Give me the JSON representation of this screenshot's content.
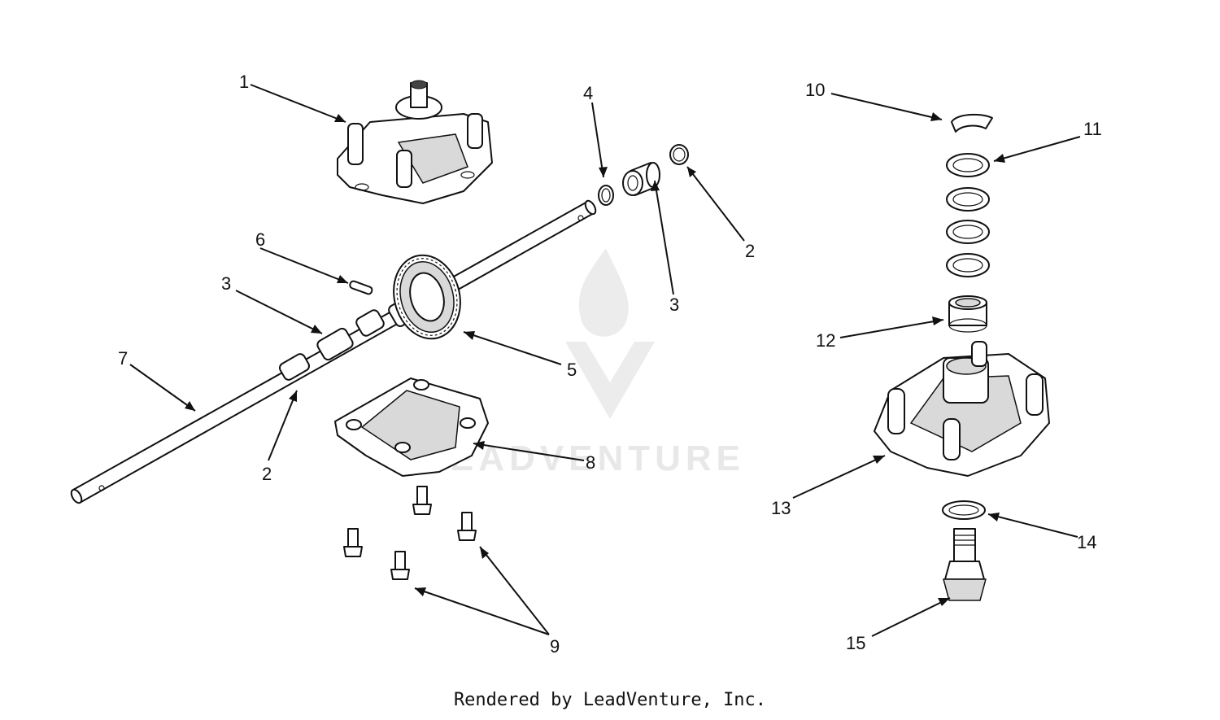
{
  "labels": {
    "l1": "1",
    "l2a": "2",
    "l2b": "2",
    "l3a": "3",
    "l3b": "3",
    "l4": "4",
    "l5": "5",
    "l6": "6",
    "l7": "7",
    "l8": "8",
    "l9": "9",
    "l10": "10",
    "l11": "11",
    "l12": "12",
    "l13": "13",
    "l14": "14",
    "l15": "15"
  },
  "watermark": "LEADVENTURE",
  "footer": "Rendered by LeadVenture, Inc.",
  "colors": {
    "line": "#111111",
    "watermark": "#e8e8e8",
    "shade": "#d9d9d9"
  }
}
